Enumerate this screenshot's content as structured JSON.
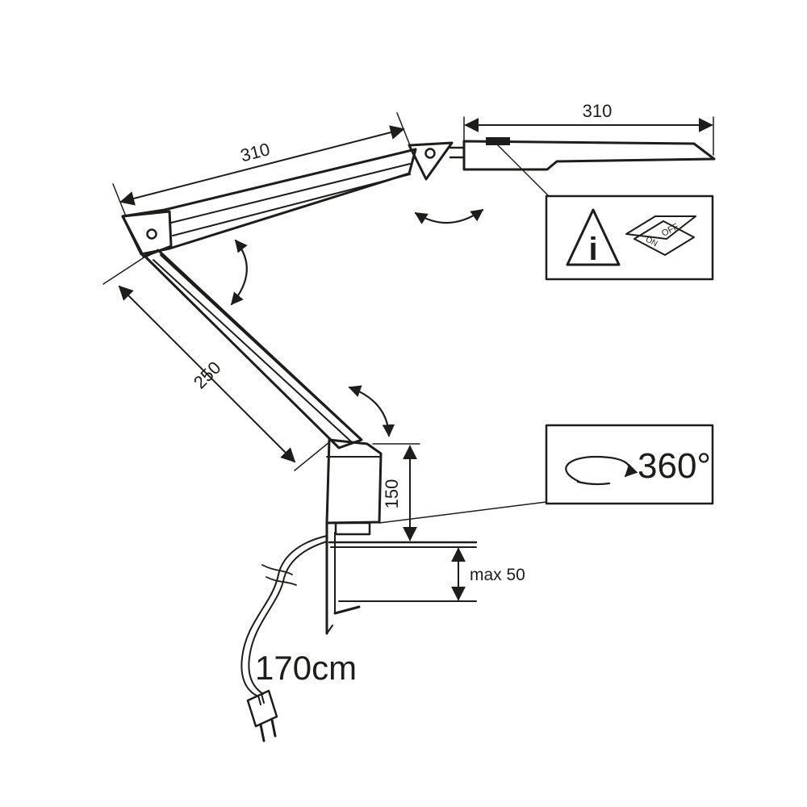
{
  "dimensions": {
    "upper_arm_length": "310",
    "lamp_head_length": "310",
    "lower_arm_length": "250",
    "base_height": "150",
    "clamp_max": "max 50",
    "cable_length": "170cm"
  },
  "rotation_callout": {
    "label": "360°"
  },
  "switch_callout": {
    "info_glyph": "i",
    "switch_off": "OFF",
    "switch_on": "ON"
  },
  "colors": {
    "line": "#1d1d1b",
    "background": "#ffffff"
  },
  "icons": [
    "info-warning-icon",
    "on-off-switch-icon",
    "rotate-360-icon",
    "pivot-arrow-icon",
    "plug-icon"
  ]
}
